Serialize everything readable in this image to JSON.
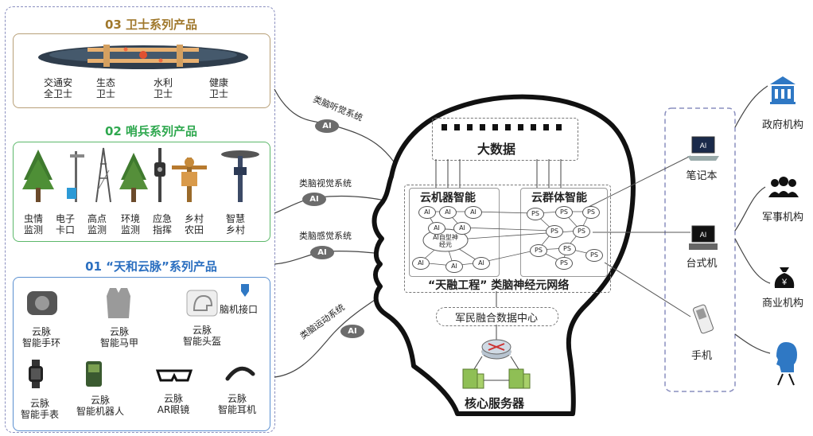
{
  "sections": {
    "guard": {
      "title": "03 卫士系列产品",
      "items": [
        "交通安\n全卫士",
        "生态\n卫士",
        "水利\n卫士",
        "健康\n卫士"
      ]
    },
    "sentinel": {
      "title": "02 哨兵系列产品",
      "items": [
        "虫情\n监测",
        "电子\n卡口",
        "高点\n监测",
        "环境\n监测",
        "应急\n指挥",
        "乡村\n农田",
        "智慧\n乡村"
      ]
    },
    "cloud": {
      "title": "01 “天和云脉”系列产品",
      "items": [
        "云脉\n智能手环",
        "云脉\n智能马甲",
        "云脉\n智能头盔",
        "云脉\n智能手表",
        "云脉\n智能机器人",
        "云脉\nAR眼镜",
        "云脉\n智能耳机"
      ],
      "bci_label": "脑机接口"
    }
  },
  "connectors": {
    "ai_text": "AI",
    "labels": [
      "类脑听觉系统",
      "类脑视觉系统",
      "类脑感觉系统",
      "类脑运动系统"
    ]
  },
  "brain": {
    "bigdata": "大数据",
    "cloud_machine": "云机器智能",
    "cloud_swarm": "云群体智能",
    "ai_node": "AI",
    "ps_node": "PS",
    "center_node": "AI自型神\n经元",
    "network": "“天融工程” 类脑神经元网络",
    "datacenter": "军民融合数据中心",
    "core_server": "核心服务器"
  },
  "devices": [
    "笔记本",
    "台式机",
    "手机"
  ],
  "institutions": [
    "政府机构",
    "军事机构",
    "商业机构"
  ],
  "colors": {
    "dash_border": "#8a8fbf",
    "guard_title": "#a0782c",
    "sentinel_title": "#2fa84f",
    "cloud_title": "#2b6fc0",
    "guard_border": "#b8a078",
    "sentinel_border": "#5cb86a",
    "cloud_border": "#5a8fd0",
    "ai_badge": "#6c6c6c",
    "institution_icon": "#2f78c4"
  }
}
